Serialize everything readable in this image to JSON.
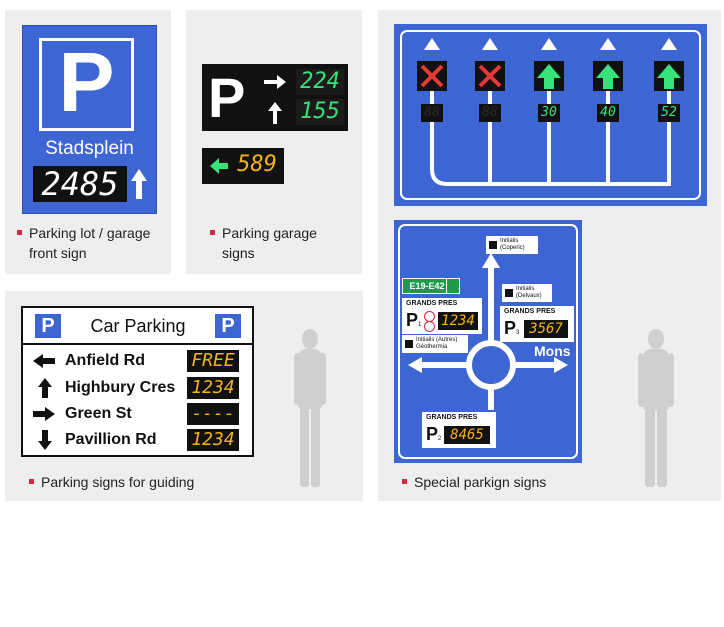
{
  "captions": {
    "front": [
      "Parking lot / garage",
      "front sign"
    ],
    "garage": [
      "Parking garage",
      "signs"
    ],
    "guiding": "Parking signs for guiding",
    "special": "Special parkign signs"
  },
  "front_sign": {
    "letter": "P",
    "name": "Stadsplein",
    "count": "2485"
  },
  "garage_sign": {
    "letter": "P",
    "count_top": "224",
    "count_bottom": "155",
    "small_count": "589"
  },
  "lane_sign": {
    "counts": [
      "88",
      "88",
      "30",
      "40",
      "52"
    ]
  },
  "guide_sign": {
    "title": "Car Parking",
    "letter": "P",
    "rows": [
      {
        "name": "Anfield Rd",
        "value": "FREE"
      },
      {
        "name": "Highbury Cres",
        "value": "1234"
      },
      {
        "name": "Green St",
        "value": "----"
      },
      {
        "name": "Pavillion Rd",
        "value": "1234"
      }
    ]
  },
  "special_sign": {
    "route": "E19-E42",
    "city": "Mons",
    "dest_top": [
      "Initialis",
      "(Coperic)"
    ],
    "dest_right": [
      "Initialis",
      "(Delvaux)"
    ],
    "dest_left": [
      "Initialis (Autres)",
      "Géothermia"
    ],
    "parks": [
      {
        "title": "GRANDS PRES",
        "sub": "1",
        "value": "1234"
      },
      {
        "title": "GRANDS PRES",
        "sub": "3",
        "value": "3567"
      },
      {
        "title": "GRANDS PRES",
        "sub": "2",
        "value": "8465"
      }
    ]
  },
  "colors": {
    "sign_blue": "#3d65d4",
    "led_amber": "#f5b21b",
    "led_green": "#38e27a",
    "bullet": "#d7263d",
    "route_green": "#1e9a4a"
  }
}
